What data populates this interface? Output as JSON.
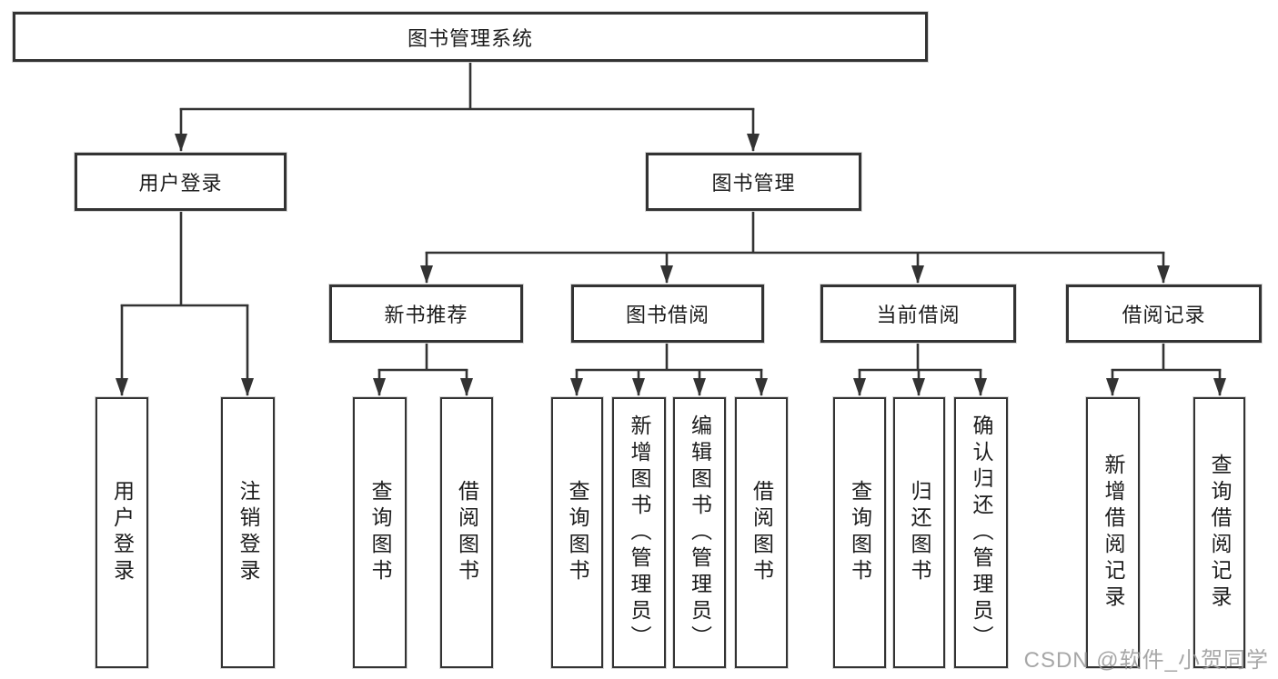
{
  "colors": {
    "line": "#333333",
    "text": "#1c1c1c",
    "background": "#ffffff",
    "watermark_gray": "#9b9b9b"
  },
  "tree": {
    "label": "图书管理系统",
    "children": [
      {
        "label": "用户登录",
        "children": [
          {
            "label": "用户登录"
          },
          {
            "label": "注销登录"
          }
        ]
      },
      {
        "label": "图书管理",
        "children": [
          {
            "label": "新书推荐",
            "children": [
              {
                "label": "查询图书"
              },
              {
                "label": "借阅图书"
              }
            ]
          },
          {
            "label": "图书借阅",
            "children": [
              {
                "label": "查询图书"
              },
              {
                "label": "新增图书（管理员）"
              },
              {
                "label": "编辑图书（管理员）"
              },
              {
                "label": "借阅图书"
              }
            ]
          },
          {
            "label": "当前借阅",
            "children": [
              {
                "label": "查询图书"
              },
              {
                "label": "归还图书"
              },
              {
                "label": "确认归还（管理员）"
              }
            ]
          },
          {
            "label": "借阅记录",
            "children": [
              {
                "label": "新增借阅记录"
              },
              {
                "label": "查询借阅记录"
              }
            ]
          }
        ]
      }
    ]
  },
  "watermark": "CSDN @软件_小贺同学"
}
